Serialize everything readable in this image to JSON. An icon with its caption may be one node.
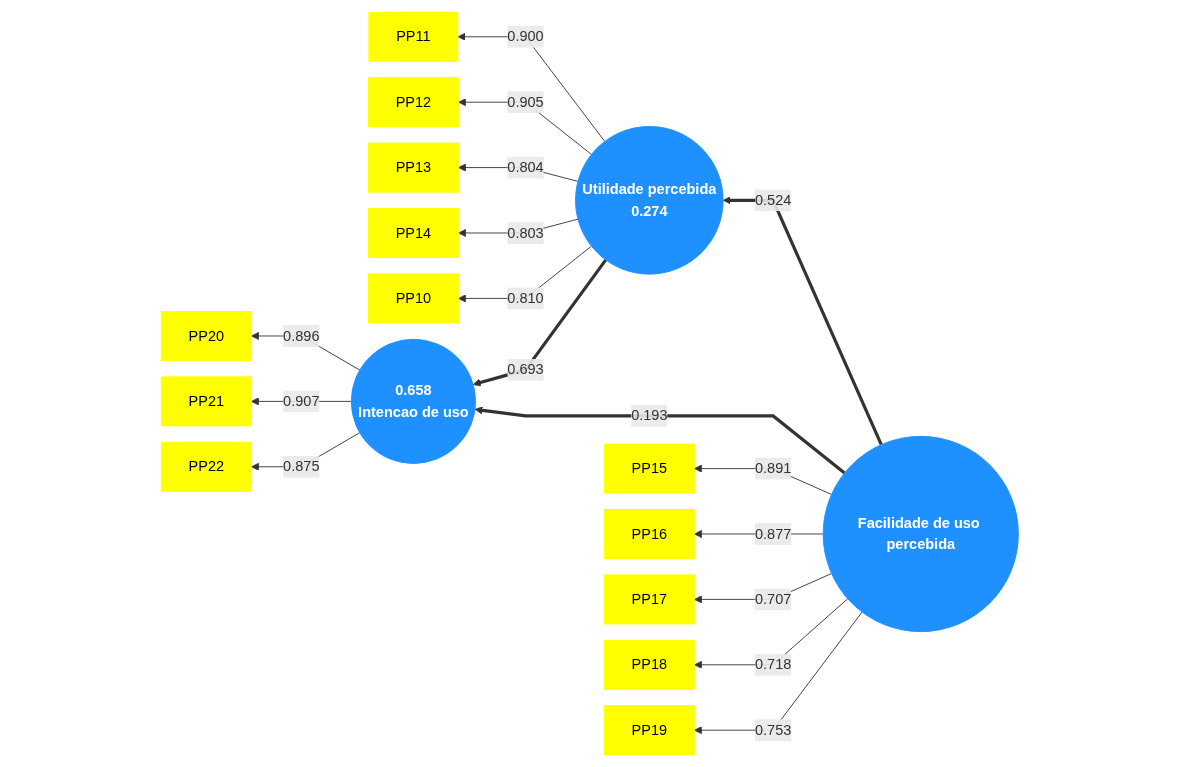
{
  "diagram": {
    "nodes": [
      {
        "text": [
          "Utilidade percebida",
          "0.274"
        ]
      },
      {
        "text": [
          "Facilidade de uso percebida"
        ]
      },
      {
        "text": [
          "0.658",
          "Intencao de uso"
        ]
      },
      {
        "text": [
          "PP11"
        ]
      },
      {
        "text": [
          "PP12"
        ]
      },
      {
        "text": [
          "PP13"
        ]
      },
      {
        "text": [
          "PP14"
        ]
      },
      {
        "text": [
          "PP10"
        ]
      },
      {
        "text": [
          "PP15"
        ]
      },
      {
        "text": [
          "PP16"
        ]
      },
      {
        "text": [
          "PP17"
        ]
      },
      {
        "text": [
          "PP18"
        ]
      },
      {
        "text": [
          "PP19"
        ]
      },
      {
        "text": [
          "PP20"
        ]
      },
      {
        "text": [
          "PP21"
        ]
      },
      {
        "text": [
          "PP22"
        ]
      }
    ],
    "edges": [
      {
        "from": 0,
        "to": 3,
        "arrow": "to",
        "label": "0.900"
      },
      {
        "from": 0,
        "to": 4,
        "arrow": "to",
        "label": "0.905"
      },
      {
        "from": 0,
        "to": 5,
        "arrow": "to",
        "label": "0.804"
      },
      {
        "from": 0,
        "to": 6,
        "arrow": "to",
        "label": "0.803"
      },
      {
        "from": 0,
        "to": 7,
        "arrow": "to",
        "label": "0.810"
      },
      {
        "from": 1,
        "to": 0,
        "arrow": "to",
        "label": "0.524",
        "style": "thick"
      },
      {
        "from": 0,
        "to": 2,
        "arrow": "to",
        "label": "0.693",
        "style": "thick"
      },
      {
        "from": 1,
        "to": 2,
        "arrow": "to",
        "label": "0.193",
        "style": "thick"
      },
      {
        "from": 1,
        "to": 8,
        "arrow": "to",
        "label": "0.891"
      },
      {
        "from": 1,
        "to": 9,
        "arrow": "to",
        "label": "0.877"
      },
      {
        "from": 1,
        "to": 10,
        "arrow": "to",
        "label": "0.707"
      },
      {
        "from": 1,
        "to": 11,
        "arrow": "to",
        "label": "0.718"
      },
      {
        "from": 1,
        "to": 12,
        "arrow": "to",
        "label": "0.753"
      },
      {
        "from": 2,
        "to": 13,
        "arrow": "to",
        "label": "0.896"
      },
      {
        "from": 2,
        "to": 14,
        "arrow": "to",
        "label": "0.907"
      },
      {
        "from": 2,
        "to": 15,
        "arrow": "to",
        "label": "0.875"
      }
    ]
  }
}
